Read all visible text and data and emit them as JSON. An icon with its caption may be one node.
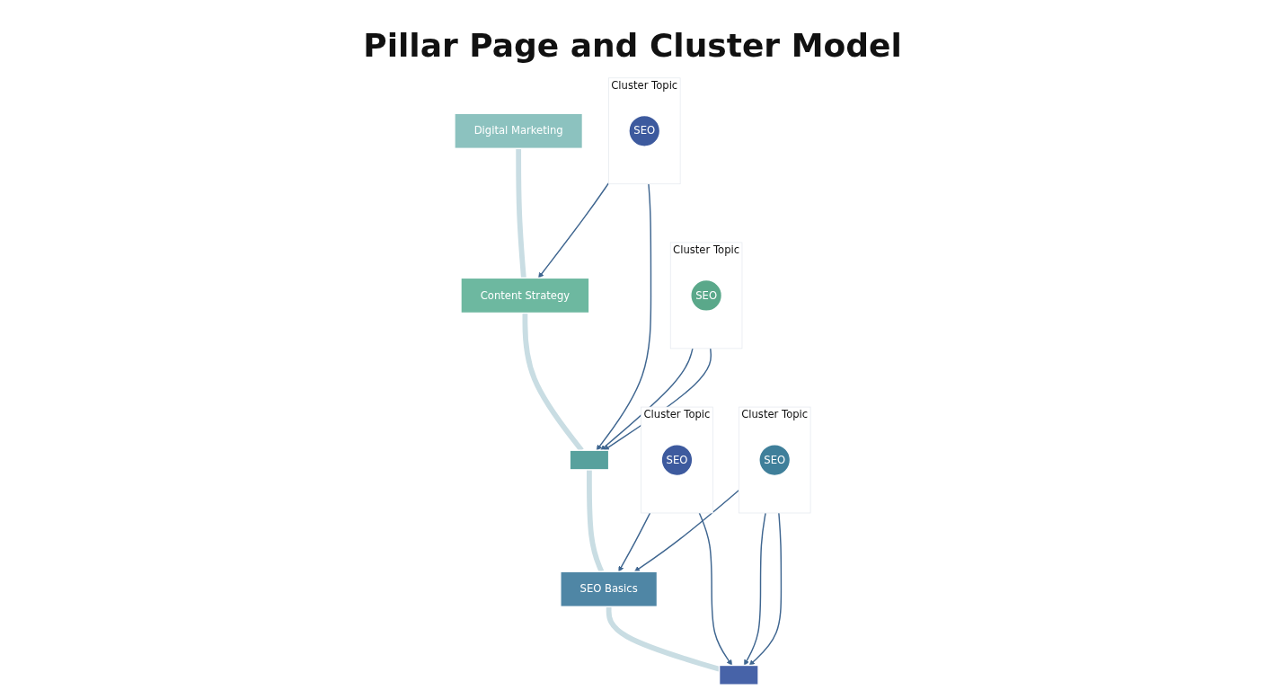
{
  "diagram": {
    "title": "Pillar Page and Cluster Model",
    "nodes": [
      {
        "text": [
          "Cluster Topic"
        ]
      },
      {
        "text": [
          "SEO"
        ],
        "in": 0
      },
      {
        "text": [
          "Digital Marketing"
        ]
      },
      {
        "text": [
          "Content Strategy"
        ]
      },
      {
        "text": [],
        "shape": "box"
      },
      {
        "text": [
          "SEO Basics"
        ]
      },
      {
        "text": [],
        "shape": "box"
      },
      {
        "text": [
          "Cluster Topic"
        ]
      },
      {
        "text": [
          "SEO"
        ],
        "in": 7
      },
      {
        "text": [
          "Cluster Topic"
        ]
      },
      {
        "text": [
          "SEO"
        ],
        "in": 9
      },
      {
        "text": [
          "Cluster Topic"
        ]
      },
      {
        "text": [
          "SEO"
        ],
        "in": 11
      }
    ],
    "edges": [
      {
        "from": 2,
        "to": 3,
        "arrow": "none",
        "style": "thick",
        "color": "#c9dde3"
      },
      {
        "from": 3,
        "to": 4,
        "arrow": "none",
        "style": "thick",
        "color": "#c9dde3"
      },
      {
        "from": 4,
        "to": 5,
        "arrow": "none",
        "style": "thick",
        "color": "#c9dde3"
      },
      {
        "from": 5,
        "to": 6,
        "arrow": "none",
        "style": "thick",
        "color": "#c9dde3"
      },
      {
        "from": 0,
        "to": 3,
        "arrow": "to"
      },
      {
        "from": 0,
        "to": 4,
        "arrow": "to"
      },
      {
        "from": 7,
        "to": 4,
        "arrow": "to"
      },
      {
        "from": 7,
        "to": 4,
        "arrow": "to"
      },
      {
        "from": 9,
        "to": 5,
        "arrow": "to"
      },
      {
        "from": 9,
        "to": 6,
        "arrow": "to"
      },
      {
        "from": 11,
        "to": 5,
        "arrow": "to"
      },
      {
        "from": 11,
        "to": 6,
        "arrow": "to"
      },
      {
        "from": 11,
        "to": 6,
        "arrow": "to"
      }
    ]
  }
}
